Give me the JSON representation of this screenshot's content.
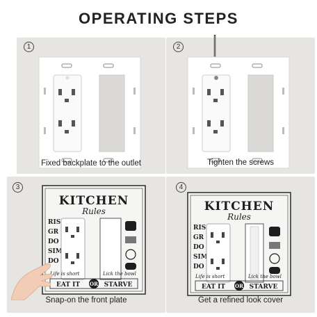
{
  "title": "OPERATING STEPS",
  "steps": [
    {
      "number": "1",
      "caption": "Fixed backplate to the outlet"
    },
    {
      "number": "2",
      "caption": "Tighten the screws"
    },
    {
      "number": "3",
      "caption": "Snap-on the front plate"
    },
    {
      "number": "4",
      "caption": "Get a refined look cover"
    }
  ],
  "plate_art": {
    "heading": "KITCHEN",
    "subheading": "Rules",
    "left_words": [
      "RIS",
      "GR",
      "DO",
      "SIM",
      "DO"
    ],
    "footer_left": "Life is short",
    "footer_right": "Lick the bowl",
    "banner_left": "EAT IT",
    "banner_mid": "OR",
    "banner_right": "STARVE"
  },
  "colors": {
    "panel": "#e7e5e1",
    "plate": "#ffffff",
    "ink": "#1d1d1d"
  }
}
